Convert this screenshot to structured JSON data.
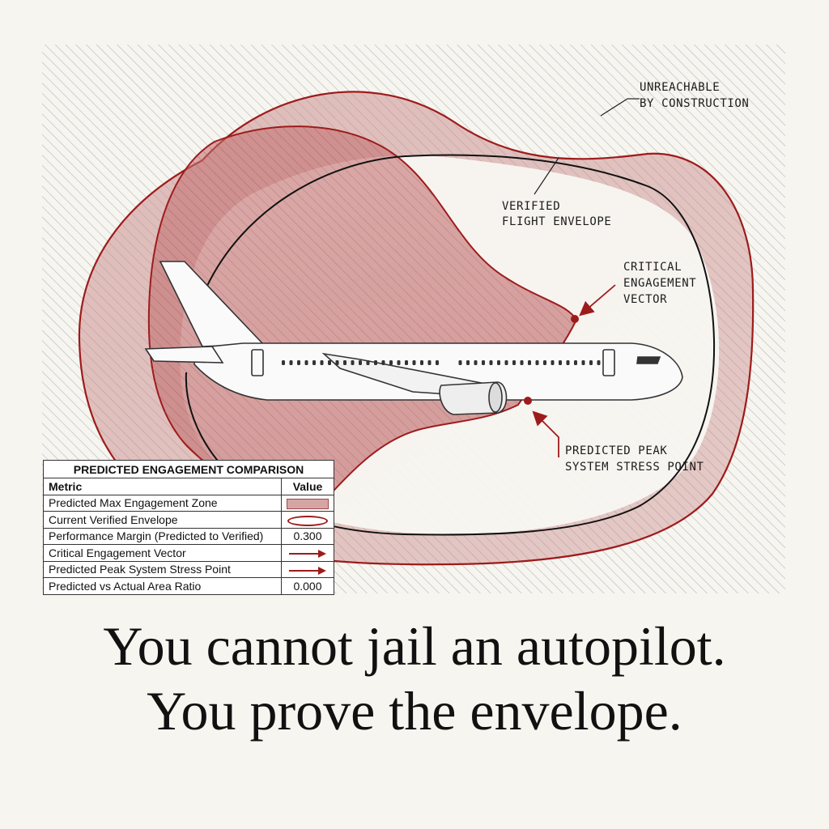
{
  "callouts": {
    "unreachable": [
      "UNREACHABLE",
      "BY CONSTRUCTION"
    ],
    "verified": [
      "VERIFIED",
      "FLIGHT ENVELOPE"
    ],
    "critical": [
      "CRITICAL",
      "ENGAGEMENT",
      "VECTOR"
    ],
    "peak": [
      "PREDICTED PEAK",
      "SYSTEM STRESS POINT"
    ]
  },
  "table": {
    "title": "PREDICTED ENGAGEMENT COMPARISON",
    "col_metric": "Metric",
    "col_value": "Value",
    "rows": [
      {
        "metric": "Predicted Max Engagement Zone",
        "value": ""
      },
      {
        "metric": "Current Verified Envelope",
        "value": ""
      },
      {
        "metric": "Performance Margin (Predicted to Verified)",
        "value": "0.300"
      },
      {
        "metric": "Critical Engagement Vector",
        "value": ""
      },
      {
        "metric": "Predicted Peak System Stress Point",
        "value": ""
      },
      {
        "metric": "Predicted vs Actual Area Ratio",
        "value": "0.000"
      }
    ]
  },
  "caption": {
    "line1": "You cannot jail an autopilot.",
    "line2": "You prove the envelope."
  },
  "colors": {
    "accent_red": "#9e1b1b",
    "zone_fill": "#d7a4a4",
    "hatch": "#b9b9b9",
    "background": "#f6f5f0"
  }
}
